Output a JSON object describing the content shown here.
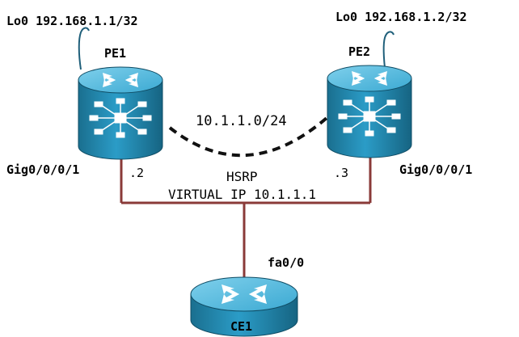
{
  "colors": {
    "router_dark": "#1a6f8f",
    "router_mid": "#2b9cc7",
    "router_light": "#6cc4e4",
    "link": "#8a3a38",
    "dashed": "#111111",
    "text": "#000000"
  },
  "devices": {
    "pe1": {
      "name": "PE1",
      "loopback": "Lo0 192.168.1.1/32",
      "interface": "Gig0/0/0/1",
      "host_ip": ".2"
    },
    "pe2": {
      "name": "PE2",
      "loopback": "Lo0 192.168.1.2/32",
      "interface": "Gig0/0/0/1",
      "host_ip": ".3"
    },
    "ce1": {
      "name": "CE1",
      "interface": "fa0/0"
    }
  },
  "network": {
    "subnet": "10.1.1.0/24",
    "protocol": "HSRP",
    "virtual_ip": "VIRTUAL IP 10.1.1.1"
  }
}
